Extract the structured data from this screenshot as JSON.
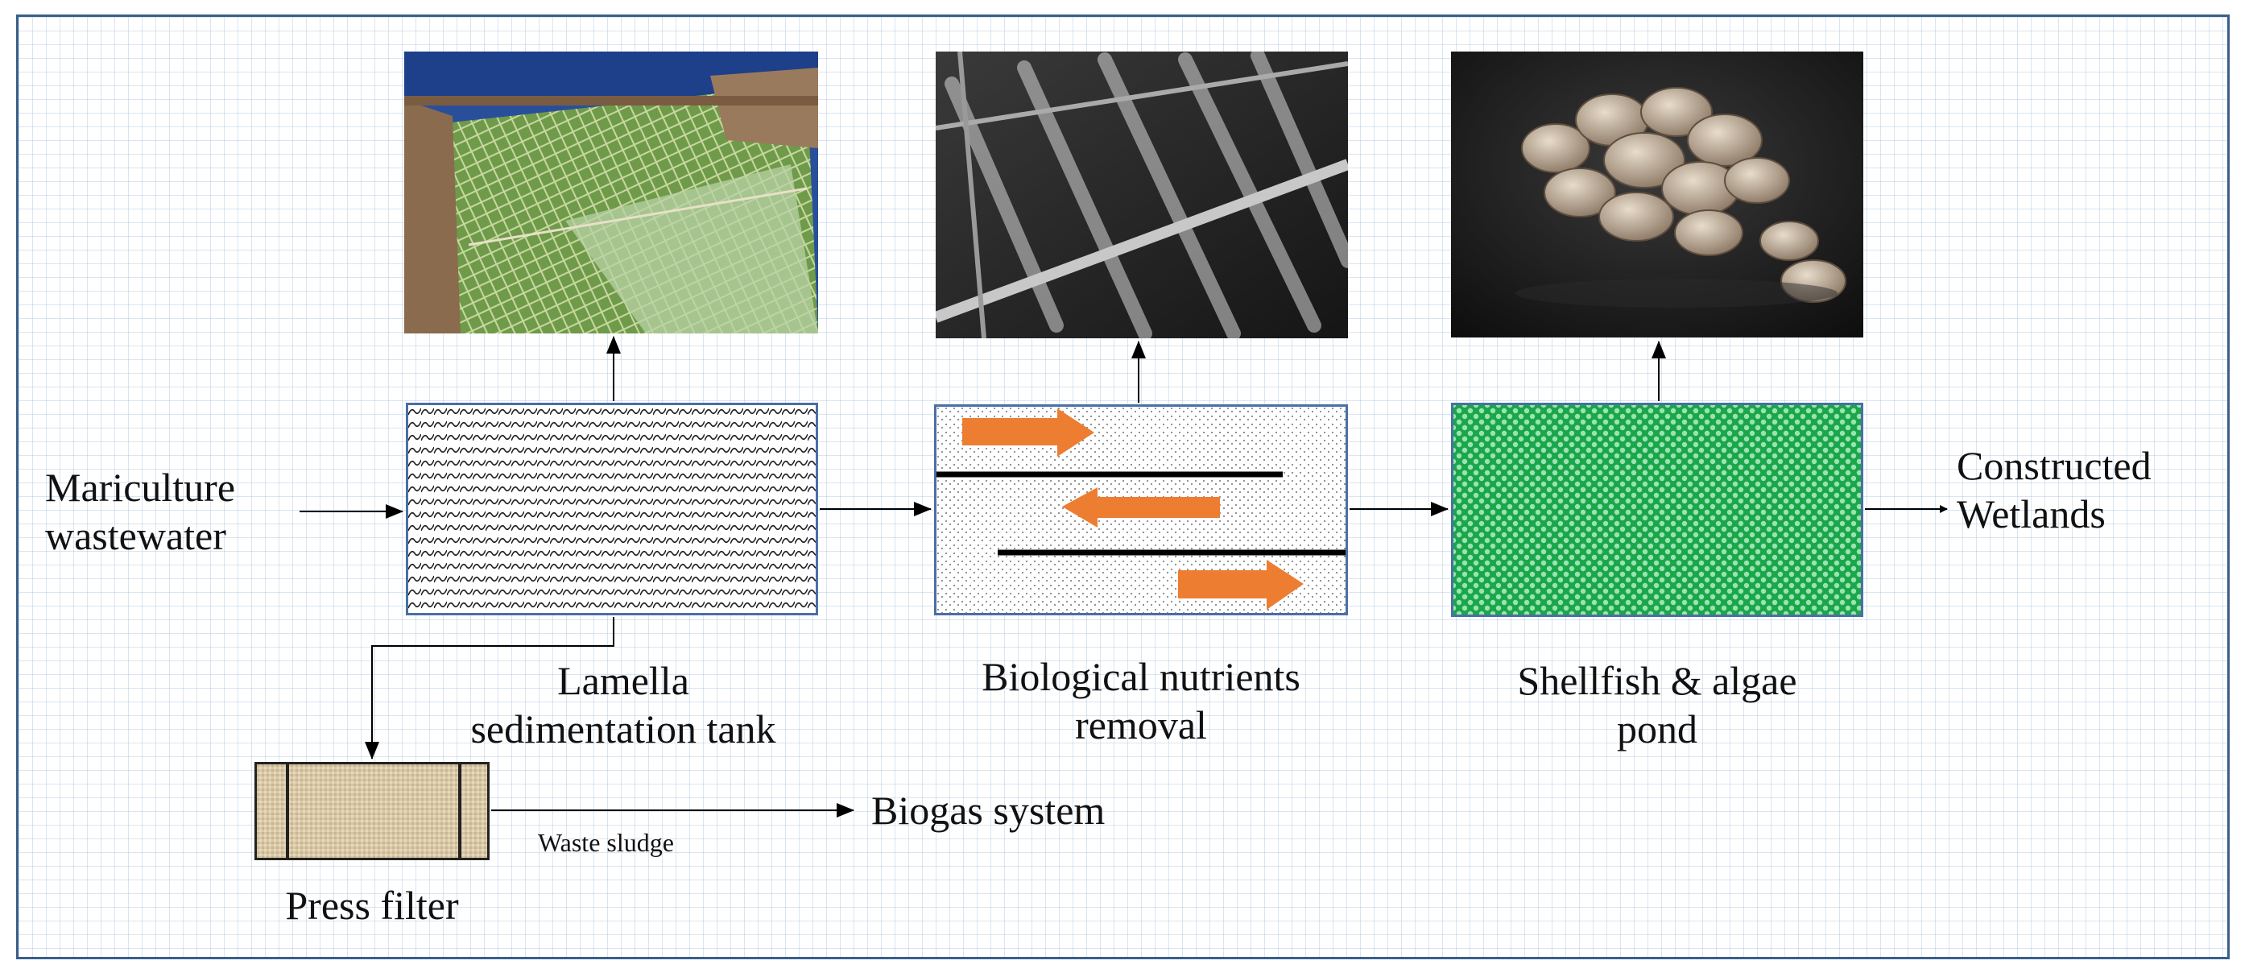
{
  "inputs": {
    "mariculture_line1": "Mariculture",
    "mariculture_line2": "wastewater"
  },
  "units": {
    "lamella": {
      "line1": "Lamella",
      "line2": "sedimentation tank"
    },
    "biological": {
      "line1": "Biological nutrients",
      "line2": "removal"
    },
    "shellfish": {
      "line1": "Shellfish & algae",
      "line2": "pond"
    }
  },
  "outputs": {
    "wetlands_line1": "Constructed",
    "wetlands_line2": "Wetlands",
    "biogas": "Biogas system",
    "waste_sludge": "Waste sludge",
    "press_filter": "Press filter"
  },
  "colors": {
    "frame_border": "#3a5f8a",
    "box_border": "#4a6fa5",
    "flow_arrow": "#ed7d31",
    "shellfish_fill": "#1aa64a",
    "press_filter_fill": "#d9c9a8"
  }
}
